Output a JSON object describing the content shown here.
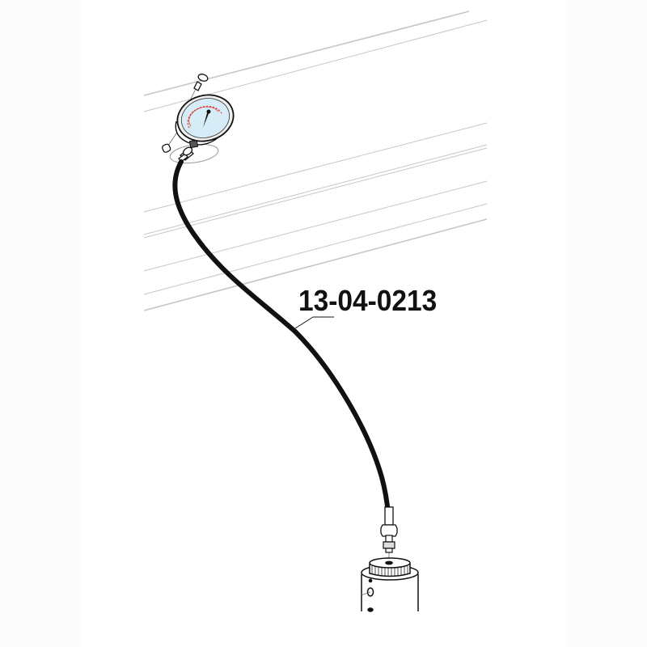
{
  "diagram": {
    "type": "exploded-parts-illustration",
    "callouts": [
      {
        "id": "hose",
        "part_number": "13-04-0213"
      }
    ],
    "components": [
      {
        "name": "pressure-gauge",
        "face_color": "#d6ecf6",
        "scale_color": "#e0332f"
      },
      {
        "name": "mounting-screw"
      },
      {
        "name": "cap-nut"
      },
      {
        "name": "o-ring"
      },
      {
        "name": "hose"
      },
      {
        "name": "hose-fitting-nut"
      },
      {
        "name": "adapter-nipple"
      },
      {
        "name": "knurled-cap"
      },
      {
        "name": "cylinder-body"
      }
    ],
    "colors": {
      "background": "#ffffff",
      "side_margin": "#fbfbfb",
      "guide_lines": "#c8c8c8",
      "ink": "#111111"
    }
  }
}
